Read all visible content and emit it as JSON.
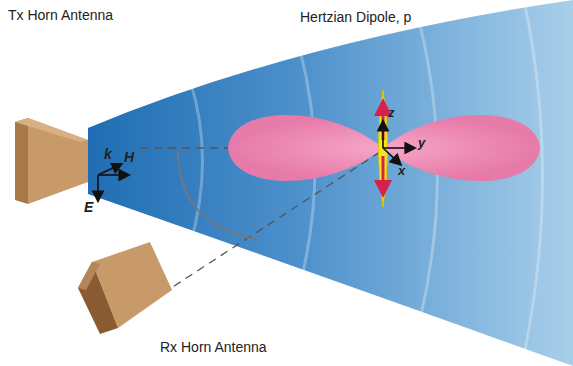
{
  "diagram": {
    "labels": [
      "Tx Horn Antenna",
      "Hertzian Dipole, p",
      "k",
      "H",
      "E",
      "z",
      "y",
      "x",
      "Rx Horn Antenna"
    ]
  }
}
